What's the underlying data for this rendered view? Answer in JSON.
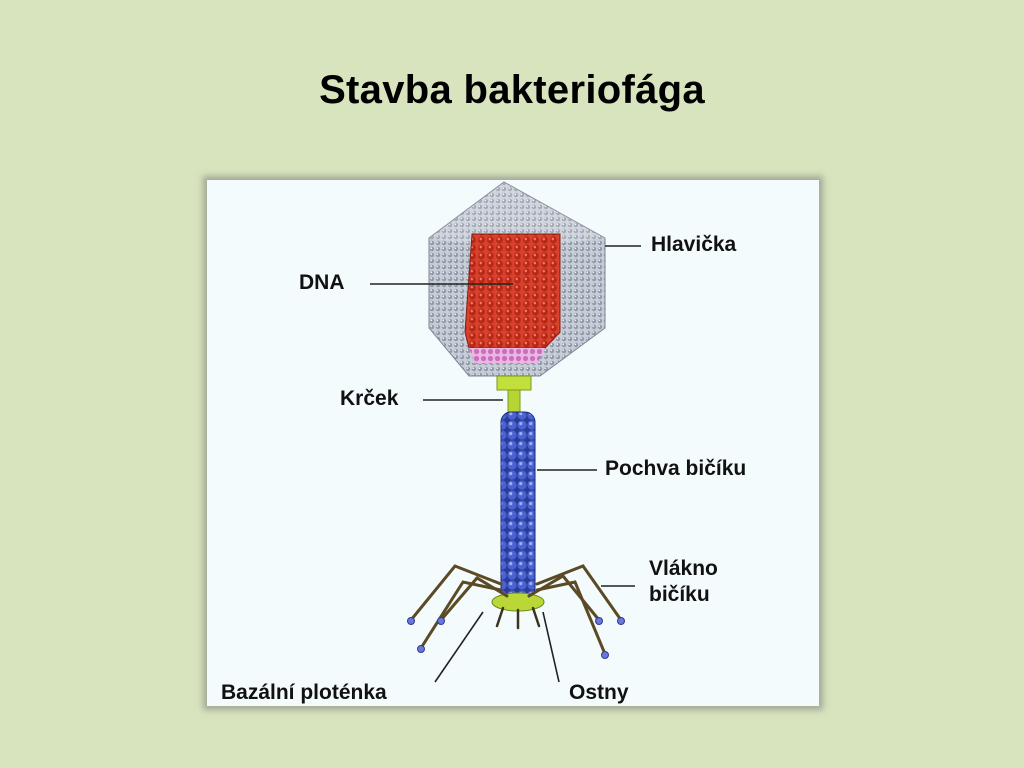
{
  "title": "Stavba bakteriofága",
  "labels": {
    "head": "Hlavička",
    "dna": "DNA",
    "neck": "Krček",
    "sheath": "Pochva bičíku",
    "fiber_line1": "Vlákno",
    "fiber_line2": "bičíku",
    "base_plate": "Bazální ploténka",
    "spikes": "Ostny"
  },
  "colors": {
    "background": "#d7e4bd",
    "capsid": "#aab3bf",
    "dna": "#c8301f",
    "sheath": "#3b4fb8",
    "neck": "#b8d832",
    "fiber": "#6b5a2e"
  }
}
